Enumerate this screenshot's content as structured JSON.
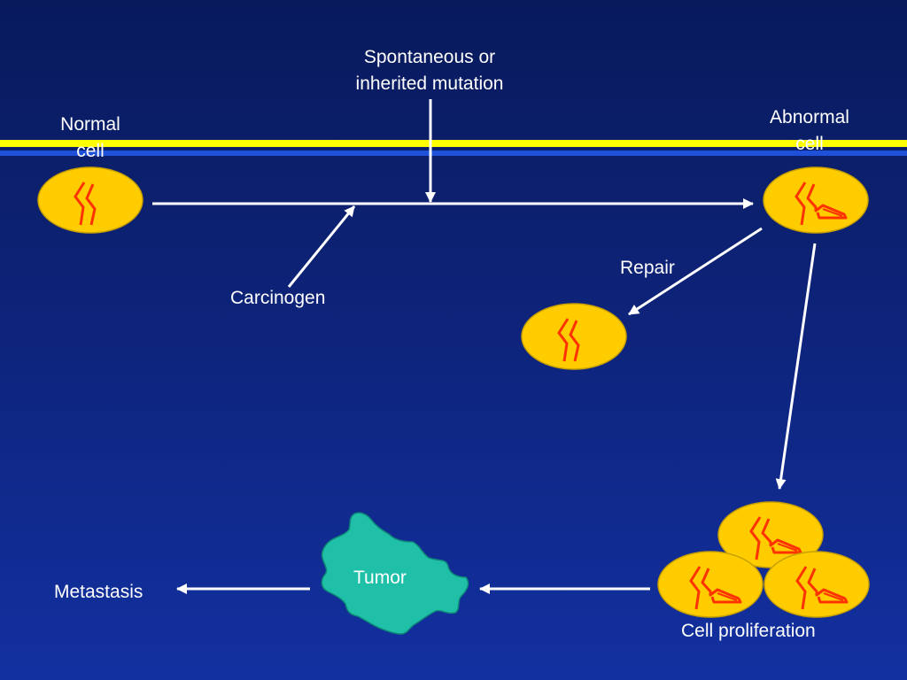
{
  "slide": {
    "colors": {
      "background_top": "#081a5c",
      "background_bottom": "#1230a0",
      "stripe_yellow": "#ffff00",
      "stripe_blue": "#1e50d8",
      "arrow": "#ffffff",
      "cell_fill": "#ffcc00",
      "cell_outline": "#c8a000",
      "chromosome": "#ff3300",
      "tumor_fill": "#20c0a8"
    }
  },
  "labels": {
    "mutation_line1": "Spontaneous or",
    "mutation_line2": "inherited mutation",
    "normal_cell_line1": "Normal",
    "normal_cell_line2": "cell",
    "abnormal_cell_line1": "Abnormal",
    "abnormal_cell_line2": "cell",
    "repair": "Repair",
    "carcinogen": "Carcinogen",
    "tumor": "Tumor",
    "metastasis": "Metastasis",
    "cell_proliferation": "Cell proliferation"
  }
}
